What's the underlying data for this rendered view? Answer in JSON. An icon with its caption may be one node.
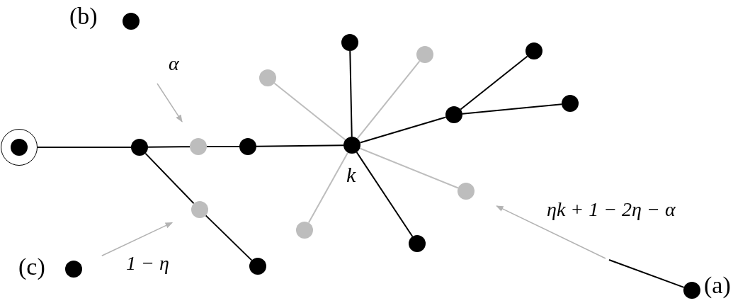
{
  "diagram": {
    "nodes": [
      {
        "text": [],
        "shape": "target"
      },
      {
        "text": [],
        "shape": "circle",
        "beside": [
          "(c)"
        ]
      },
      {
        "text": [],
        "shape": "circle",
        "beside": [
          "(b)"
        ]
      },
      {
        "text": [],
        "shape": "circle"
      },
      {
        "text": [],
        "shape": "circle"
      },
      {
        "text": [],
        "shape": "circle"
      },
      {
        "text": [],
        "shape": "circle"
      },
      {
        "text": [],
        "shape": "circle"
      },
      {
        "text": [],
        "shape": "circle"
      },
      {
        "text": [],
        "shape": "circle"
      },
      {
        "text": [],
        "shape": "circle"
      },
      {
        "text": [],
        "shape": "circle",
        "beside": [
          "k"
        ]
      },
      {
        "text": [],
        "shape": "circle"
      },
      {
        "text": [],
        "shape": "circle"
      },
      {
        "text": [],
        "shape": "circle"
      },
      {
        "text": [],
        "shape": "circle"
      },
      {
        "text": [],
        "shape": "circle"
      },
      {
        "text": [],
        "shape": "circle"
      },
      {
        "text": [],
        "shape": "circle",
        "beside": [
          "(a)"
        ]
      }
    ],
    "edges": [
      {
        "from": 0,
        "to": 3,
        "arrow": "none"
      },
      {
        "from": 3,
        "to": 4,
        "arrow": "none"
      },
      {
        "from": 4,
        "to": 6,
        "arrow": "none"
      },
      {
        "from": 6,
        "to": 11,
        "arrow": "none"
      },
      {
        "from": 3,
        "to": 5,
        "arrow": "none"
      },
      {
        "from": 5,
        "to": 7,
        "arrow": "none"
      },
      {
        "from": 11,
        "to": 10,
        "arrow": "none"
      },
      {
        "from": 11,
        "to": 13,
        "arrow": "none",
        "color": "#bdbdbd"
      },
      {
        "from": 11,
        "to": 8,
        "arrow": "none",
        "color": "#bdbdbd"
      },
      {
        "from": 11,
        "to": 14,
        "arrow": "none"
      },
      {
        "from": 14,
        "to": 16,
        "arrow": "none"
      },
      {
        "from": 14,
        "to": 17,
        "arrow": "none"
      },
      {
        "from": 11,
        "to": 15,
        "arrow": "none",
        "color": "#bdbdbd"
      },
      {
        "from": 11,
        "to": 12,
        "arrow": "none"
      },
      {
        "from": 11,
        "to": 9,
        "arrow": "none",
        "color": "#bdbdbd"
      },
      {
        "from": null,
        "to": 4,
        "arrow": "to",
        "label": "α",
        "color": "#b3b3b3"
      },
      {
        "from": 1,
        "to": 5,
        "arrow": "to",
        "label": "1 − η",
        "color": "#b3b3b3"
      },
      {
        "from": 18,
        "to": null,
        "arrow": "none"
      },
      {
        "from": null,
        "to": 15,
        "arrow": "to",
        "label": "ηk + 1 − 2η − α",
        "color": "#b3b3b3"
      }
    ]
  }
}
